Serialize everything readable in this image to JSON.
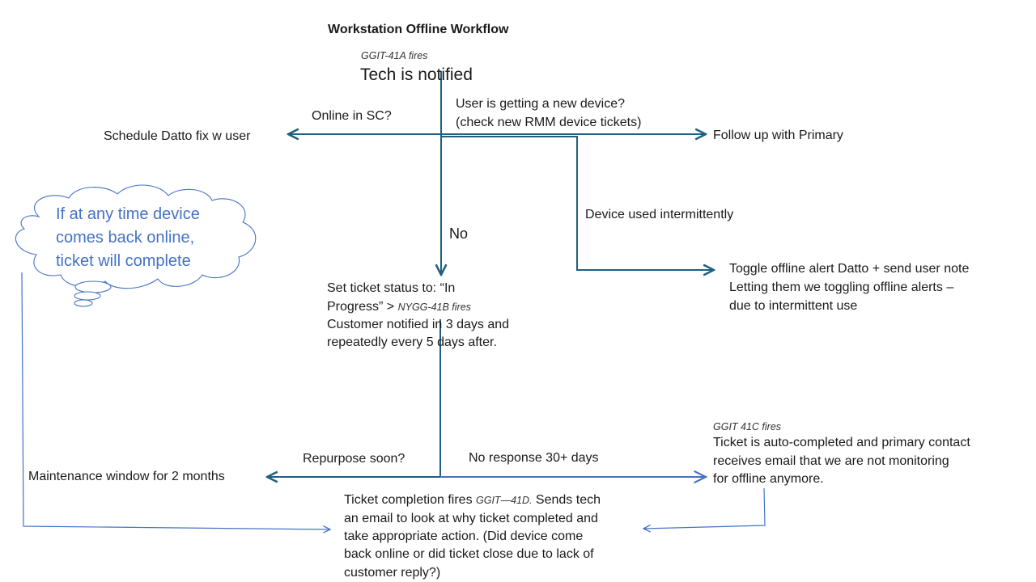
{
  "title": "Workstation Offline Workflow",
  "colors": {
    "primary_line": "#1f5f82",
    "secondary_line": "#4472c4",
    "cloud_text": "#4472c4"
  },
  "nodes": {
    "start_trigger": "GGIT-41A fires",
    "start": "Tech is notified",
    "q_online": "Online in SC?",
    "schedule_fix": "Schedule Datto fix w user",
    "q_new_device_line1": "User is getting a new device?",
    "q_new_device_line2": "(check new RMM device tickets)",
    "follow_up": "Follow up with Primary",
    "intermittent": "Device used intermittently",
    "toggle_line1": "Toggle offline alert Datto + send user note",
    "toggle_line2": "Letting them we toggling offline alerts –",
    "toggle_line3": "due to intermittent use",
    "no_label": "No",
    "set_status_line1": "Set ticket status to: “In",
    "set_status_line2a": "Progress” > ",
    "set_status_trigger": "NYGG-41B fires",
    "set_status_line3": "Customer notified in 3 days and",
    "set_status_line4": "repeatedly every 5 days after.",
    "q_repurpose": "Repurpose soon?",
    "maintenance": "Maintenance window for 2 months",
    "no_response": "No response 30+ days",
    "auto_complete_trigger": "GGIT 41C  fires",
    "auto_complete_line1": "Ticket is auto-completed and primary contact",
    "auto_complete_line2": "receives email that we are not monitoring",
    "auto_complete_line3": "for offline anymore.",
    "completion_line1a": "Ticket completion fires ",
    "completion_trigger": "GGIT—41D.",
    "completion_line1b": " Sends tech",
    "completion_line2": "an email to look at why ticket completed and",
    "completion_line3": "take appropriate action. (Did device come",
    "completion_line4": "back online or did ticket close due to lack of",
    "completion_line5": "customer reply?)"
  },
  "cloud": {
    "line1": "If at any time device",
    "line2": "comes back online,",
    "line3": "ticket will complete"
  }
}
